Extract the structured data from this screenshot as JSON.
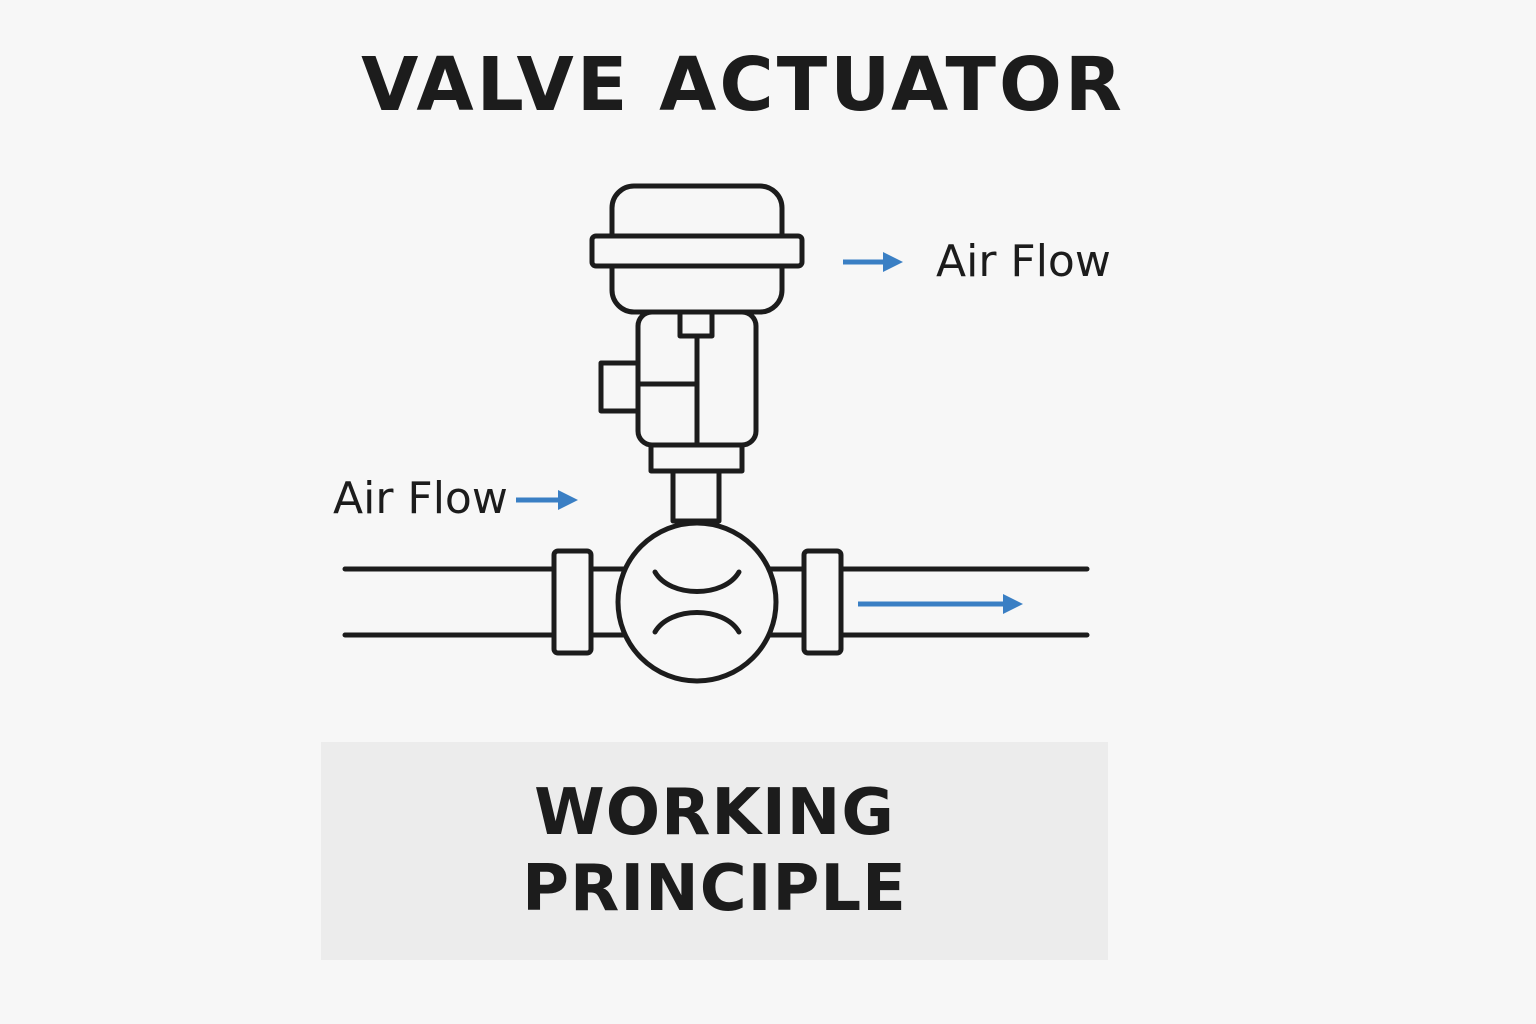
{
  "title": "VALVE ACTUATOR",
  "labels": {
    "air_flow_top": "Air Flow",
    "air_flow_left": "Air Flow"
  },
  "caption": {
    "line1": "WORKING",
    "line2": "PRINCIPLE"
  },
  "colors": {
    "line": "#1c1c1c",
    "arrow": "#3a7fc4",
    "caption_bg": "#ececec",
    "background": "#f7f7f7"
  },
  "icons": [
    "actuator-diaphragm-icon",
    "valve-body-icon",
    "flow-arrow-icon"
  ]
}
